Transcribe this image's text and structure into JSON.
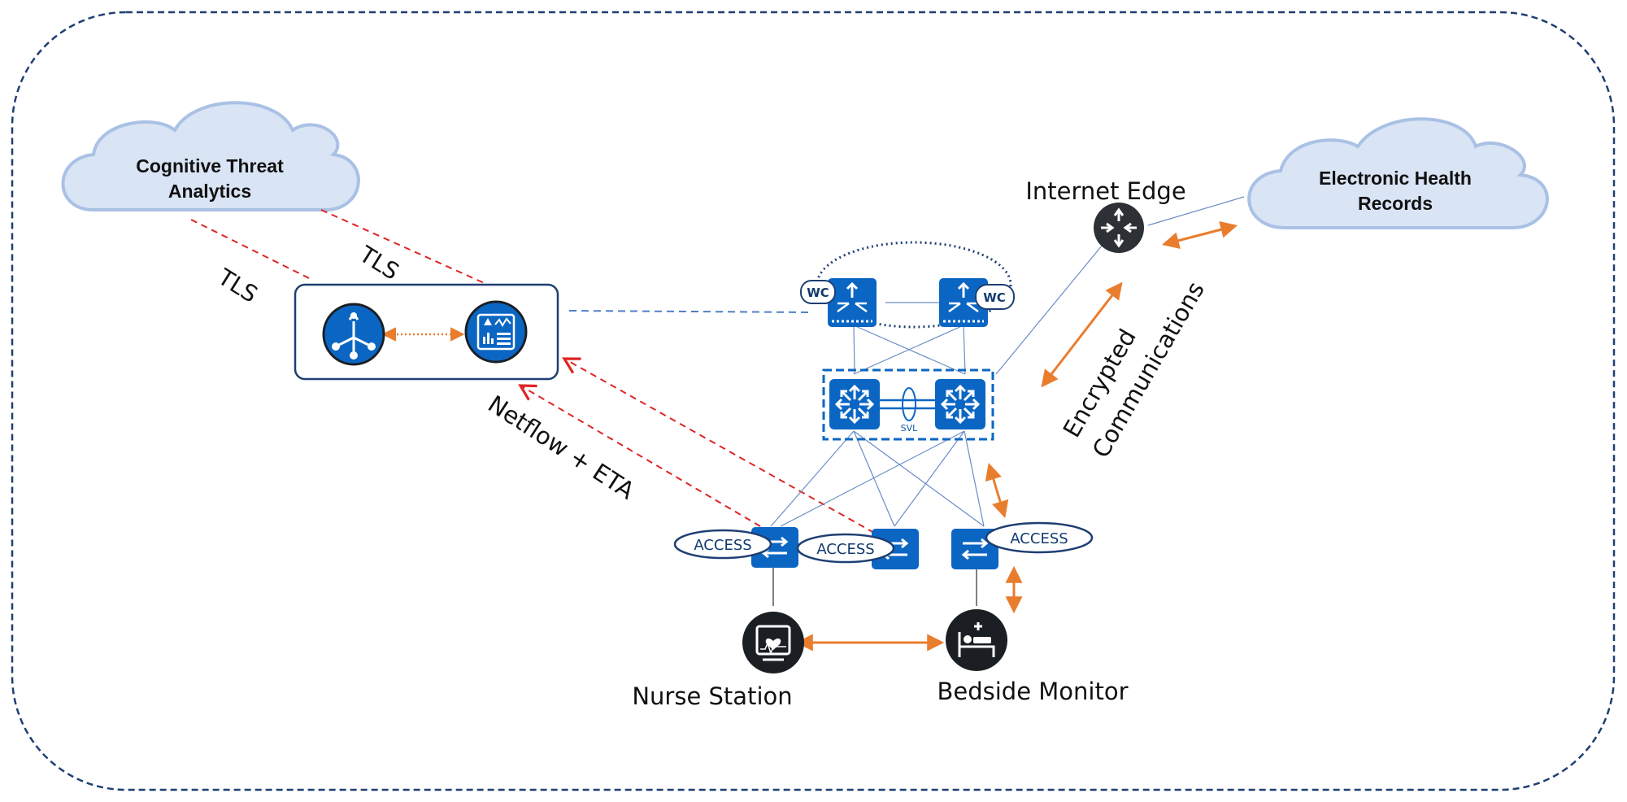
{
  "clouds": {
    "threat": {
      "line1": "Cognitive Threat",
      "line2": "Analytics"
    },
    "ehr": {
      "line1": "Electronic Health",
      "line2": "Records"
    }
  },
  "labels": {
    "tls_upper": "TLS",
    "tls_lower": "TLS",
    "netflow": "Netflow + ETA",
    "internet_edge": "Internet Edge",
    "encrypted_line1": "Encrypted",
    "encrypted_line2": "Communications",
    "nurse_station": "Nurse Station",
    "bedside_monitor": "Bedside Monitor"
  },
  "switches": {
    "access_1": "ACCESS",
    "access_2": "ACCESS",
    "access_3": "ACCESS",
    "svl": "SVL",
    "wc_left": "WC",
    "wc_right": "WC"
  },
  "colors": {
    "boundary": "#1f3f73",
    "device_blue": "#0b66c3",
    "cloud_fill": "#d9e4f4",
    "cloud_stroke": "#a9c1e4",
    "tls_red": "#e02424",
    "arrow_orange": "#e97d2e",
    "link_blue": "#4f7fc4",
    "dark_icon": "#1b1f24"
  },
  "icons": {
    "router": "router-icon",
    "analytics": "dashboard-icon",
    "collector": "hub-icon",
    "switch": "switch-icon",
    "nurse": "heart-monitor-icon",
    "bedside": "hospital-bed-icon"
  }
}
